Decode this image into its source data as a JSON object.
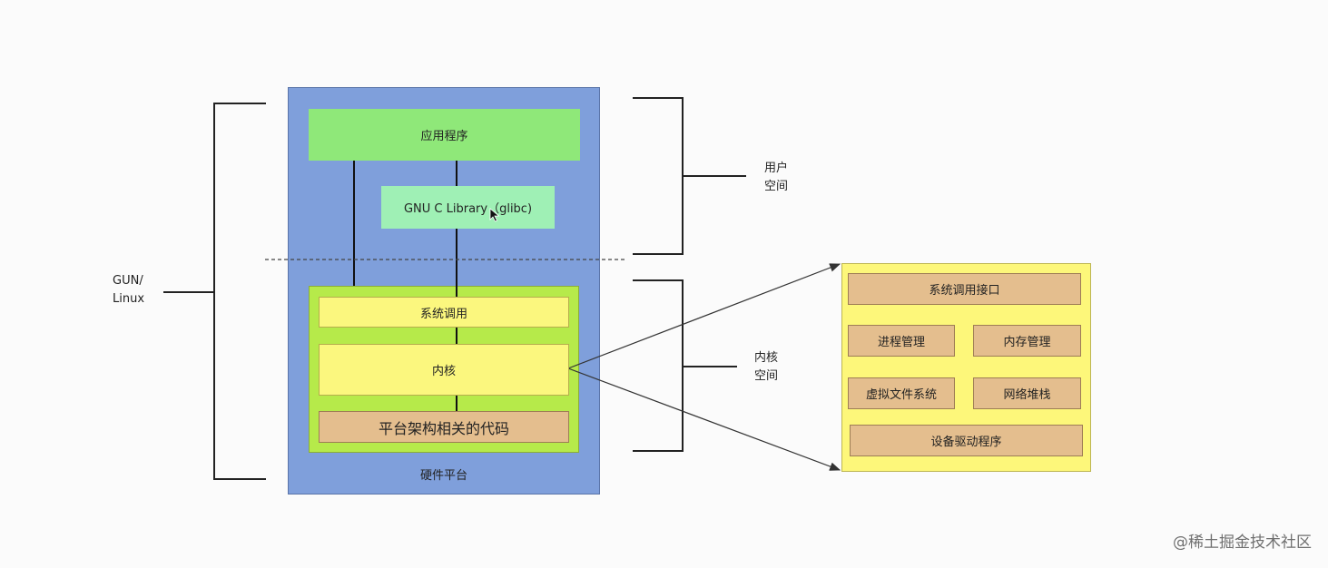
{
  "diagram": {
    "left_group_label": "GUN/\nLinux",
    "user_space_label": "用户\n空间",
    "kernel_space_label": "内核\n空间",
    "platform": {
      "app": "应用程序",
      "glibc": "GNU C Library（glibc)",
      "syscall": "系统调用",
      "kernel": "内核",
      "arch_code": "平台架构相关的代码",
      "hardware": "硬件平台"
    },
    "kernel_detail": {
      "syscall_interface": "系统调用接口",
      "process_mgmt": "进程管理",
      "memory_mgmt": "内存管理",
      "vfs": "虚拟文件系统",
      "network_stack": "网络堆栈",
      "device_drivers": "设备驱动程序"
    }
  },
  "watermark": "@稀土掘金技术社区",
  "colors": {
    "platform_blue": "#7f9fdb",
    "app_green": "#8fe879",
    "glibc_green": "#9ff0b5",
    "kernel_green": "#b6ea4a",
    "kernel_yellow": "#fbf77e",
    "detail_yellow": "#fdf77a",
    "tan": "#e4be8e"
  }
}
